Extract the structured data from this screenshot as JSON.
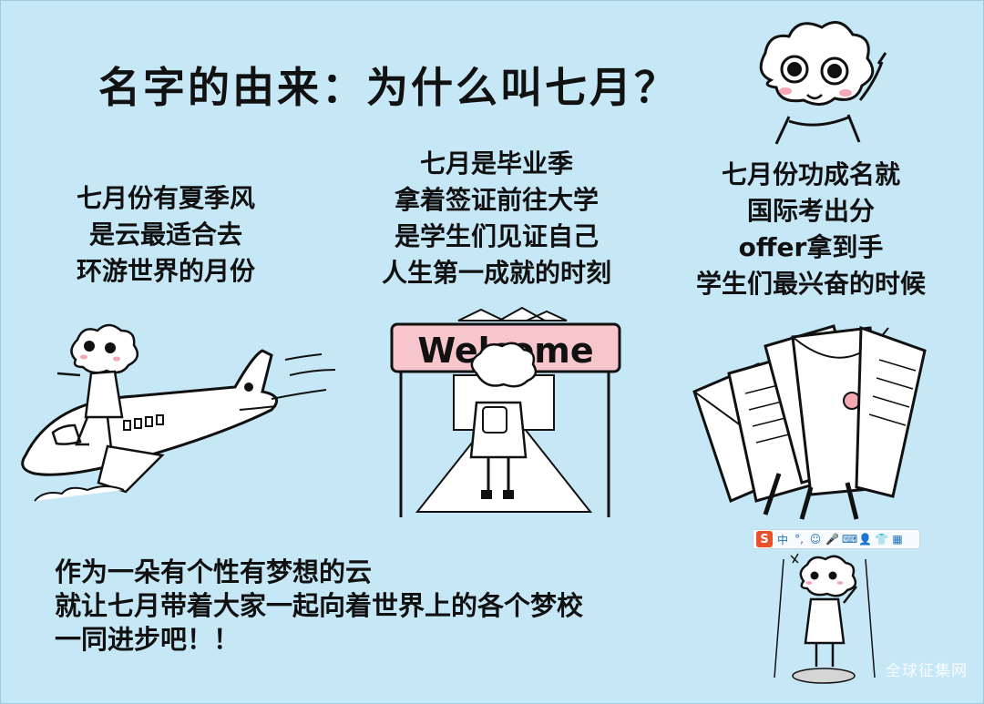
{
  "title": "名字的由来：为什么叫七月？",
  "panels": [
    {
      "lines": [
        "七月份有夏季风",
        "是云最适合去",
        "环游世界的月份"
      ]
    },
    {
      "lines": [
        "七月是毕业季",
        "拿着签证前往大学",
        "是学生们见证自己",
        "人生第一成就的时刻"
      ]
    },
    {
      "lines": [
        "七月份功成名就",
        "国际考出分",
        "offer拿到手",
        "学生们最兴奋的时候"
      ]
    }
  ],
  "closing": {
    "lines": [
      "作为一朵有个性有梦想的云",
      "就让七月带着大家一起向着世界上的各个梦校",
      "一同进步吧！！"
    ]
  },
  "gate_sign": "Welcome",
  "ime_toolbar": {
    "logo": "S",
    "items": [
      "中",
      "°,",
      "☺",
      "🎤",
      "⌨",
      "👤",
      "👕",
      "▦"
    ]
  },
  "watermark": "全球征集网",
  "colors": {
    "background": "#c6e8f6",
    "ink": "#111111",
    "blush": "#f4a8b4",
    "sign": "#f7c6cc"
  }
}
